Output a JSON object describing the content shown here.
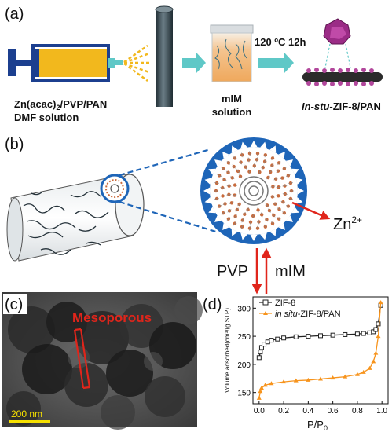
{
  "panel_labels": {
    "a": "(a)",
    "b": "(b)",
    "c": "(c)",
    "d": "(d)"
  },
  "panel_a": {
    "solution_line1": "Zn(acac)",
    "solution_sub": "2",
    "solution_line1_rest": "/PVP/PAN",
    "solution_line2": "DMF solution",
    "mim_line1": "mIM",
    "mim_line2": "solution",
    "condition": "120 ºC 12h",
    "product_prefix": "In-stu",
    "product_suffix": "-ZIF-8/PAN"
  },
  "panel_b": {
    "zn_ion": "Zn",
    "zn_charge": "2+",
    "left_label": "PVP",
    "right_label": "mIM"
  },
  "panel_c": {
    "annotation": "Mesoporous",
    "scale_bar": "200 nm"
  },
  "chart_data": {
    "type": "line",
    "xlabel_main": "P/P",
    "xlabel_sub": "0",
    "ylabel": "Volume adsorbed(cm³/(g STP)",
    "xlim": [
      -0.05,
      1.05
    ],
    "ylim": [
      130,
      320
    ],
    "x_ticks": [
      "0.0",
      "0.2",
      "0.4",
      "0.6",
      "0.8",
      "1.0"
    ],
    "y_ticks": [
      "150",
      "200",
      "250",
      "300"
    ],
    "series": [
      {
        "name": "ZIF-8",
        "color": "#222222",
        "x": [
          0.0,
          0.01,
          0.02,
          0.04,
          0.07,
          0.1,
          0.15,
          0.2,
          0.3,
          0.4,
          0.5,
          0.6,
          0.7,
          0.8,
          0.85,
          0.9,
          0.93,
          0.95,
          0.97,
          0.99
        ],
        "y": [
          212,
          222,
          230,
          236,
          240,
          243,
          245,
          247,
          249,
          250,
          251,
          252,
          253,
          254,
          255,
          256,
          258,
          262,
          272,
          305
        ]
      },
      {
        "name": "in situ-ZIF-8/PAN",
        "color": "#f7941d",
        "x": [
          0.0,
          0.01,
          0.02,
          0.05,
          0.1,
          0.2,
          0.3,
          0.4,
          0.5,
          0.6,
          0.7,
          0.8,
          0.85,
          0.9,
          0.93,
          0.95,
          0.97,
          0.99
        ],
        "y": [
          140,
          152,
          158,
          163,
          166,
          169,
          171,
          172,
          174,
          176,
          178,
          182,
          186,
          193,
          205,
          220,
          250,
          310
        ]
      }
    ],
    "legend": {
      "zif8": "ZIF-8",
      "insitu_italic": "in situ",
      "insitu_rest": "-ZIF-8/PAN",
      "position": "top-left"
    }
  },
  "colors": {
    "arrow_teal": "#5fc8c7",
    "syringe_blue": "#1c3f8f",
    "syringe_fill": "#f2b81d",
    "fiber_dark": "#3d4d55",
    "ring_blue": "#1e65b8",
    "red": "#e0251b",
    "orange": "#f7941d",
    "zif_purple": "#9b2c86"
  }
}
